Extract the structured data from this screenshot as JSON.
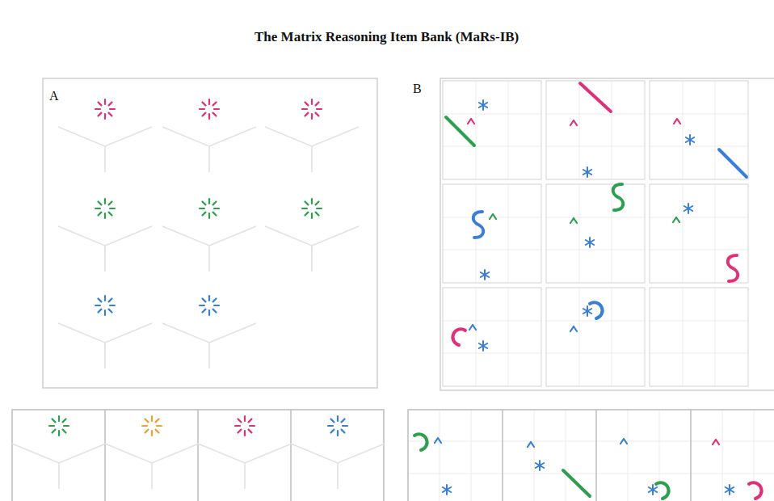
{
  "diagram": {
    "title": "The Matrix Reasoning Item Bank (MaRs-IB)",
    "labels": [
      "A",
      "B"
    ]
  }
}
